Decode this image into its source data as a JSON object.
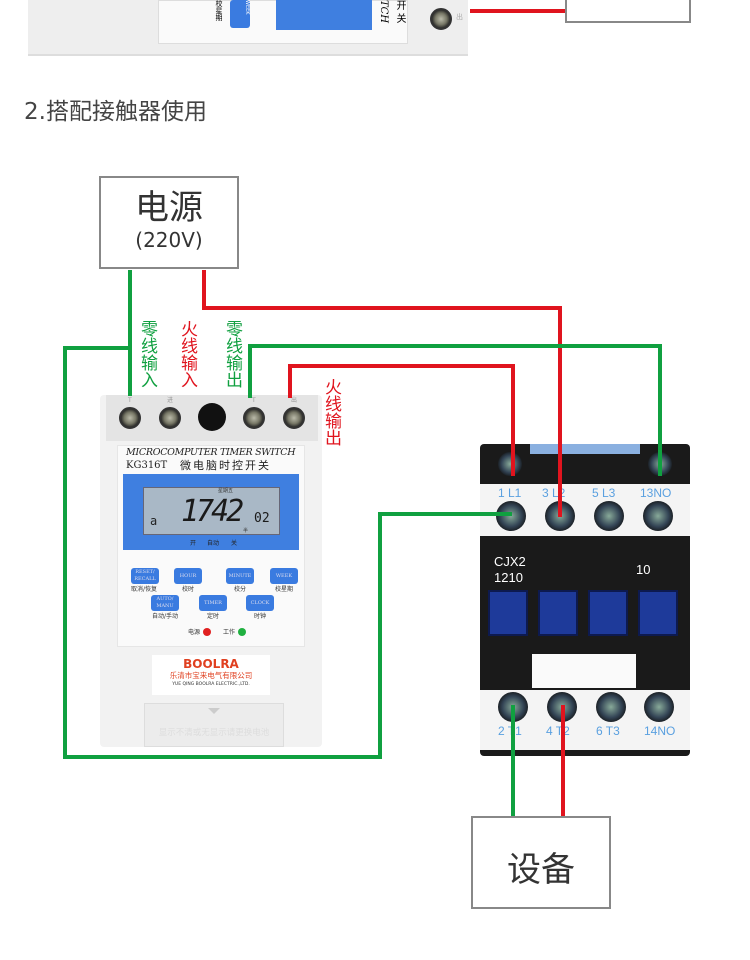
{
  "heading": "2.搭配接触器使用",
  "top_partial": {
    "device_text": "TCH",
    "device_text2": "开 关",
    "button": "WEEK",
    "button_label": "校星期",
    "terminal_mark": "出"
  },
  "power_box": {
    "title": "电源",
    "voltage": "(220V)"
  },
  "device_box": {
    "title": "设备"
  },
  "wire_labels": {
    "neutral_in": "零线输入",
    "live_in": "火线输入",
    "neutral_out": "零线输出",
    "live_out": "火线输出"
  },
  "timer": {
    "terminal_marks": [
      "T",
      "进",
      "T",
      "出"
    ],
    "title_en": "MICROCOMPUTER TIMER SWITCH",
    "model": "KG316T",
    "title_cn": "微电脑时控开关",
    "lcd": {
      "weekday": "星期五",
      "time": "1742",
      "seconds": "02",
      "index": "a",
      "sub": "半",
      "status": [
        "开",
        "自动",
        "关"
      ]
    },
    "buttons": [
      {
        "label": "RESET/ RECALL",
        "caption": "取消/恢复"
      },
      {
        "label": "HOUR",
        "caption": "校时"
      },
      {
        "label": "MINUTE",
        "caption": "校分"
      },
      {
        "label": "WEEK",
        "caption": "校星期"
      },
      {
        "label": "AUTO/ MANU",
        "caption": "自动/手动"
      },
      {
        "label": "TIMER",
        "caption": "定时"
      },
      {
        "label": "CLOCK",
        "caption": "时钟"
      }
    ],
    "indicators": [
      {
        "label": "电源",
        "color": "#e02020"
      },
      {
        "label": "工作",
        "color": "#20b040"
      }
    ],
    "brand": "BOOLRA",
    "company_cn": "乐清市宝来电气有限公司",
    "company_en": "YUE QING BOOLRA ELECTRIC.,LTD.",
    "battery_note": "显示不清或无显示请更换电池"
  },
  "contactor": {
    "top_terminals": [
      "1 L1",
      "3 L2",
      "5 L3",
      "13NO"
    ],
    "bottom_terminals": [
      "2 T1",
      "4 T2",
      "6 T3",
      "14NO"
    ],
    "model": "CJX2",
    "rating": "1210",
    "aux": "10"
  },
  "colors": {
    "live": "#e0141e",
    "neutral": "#10a040",
    "lcd": "#3f7fe0"
  }
}
